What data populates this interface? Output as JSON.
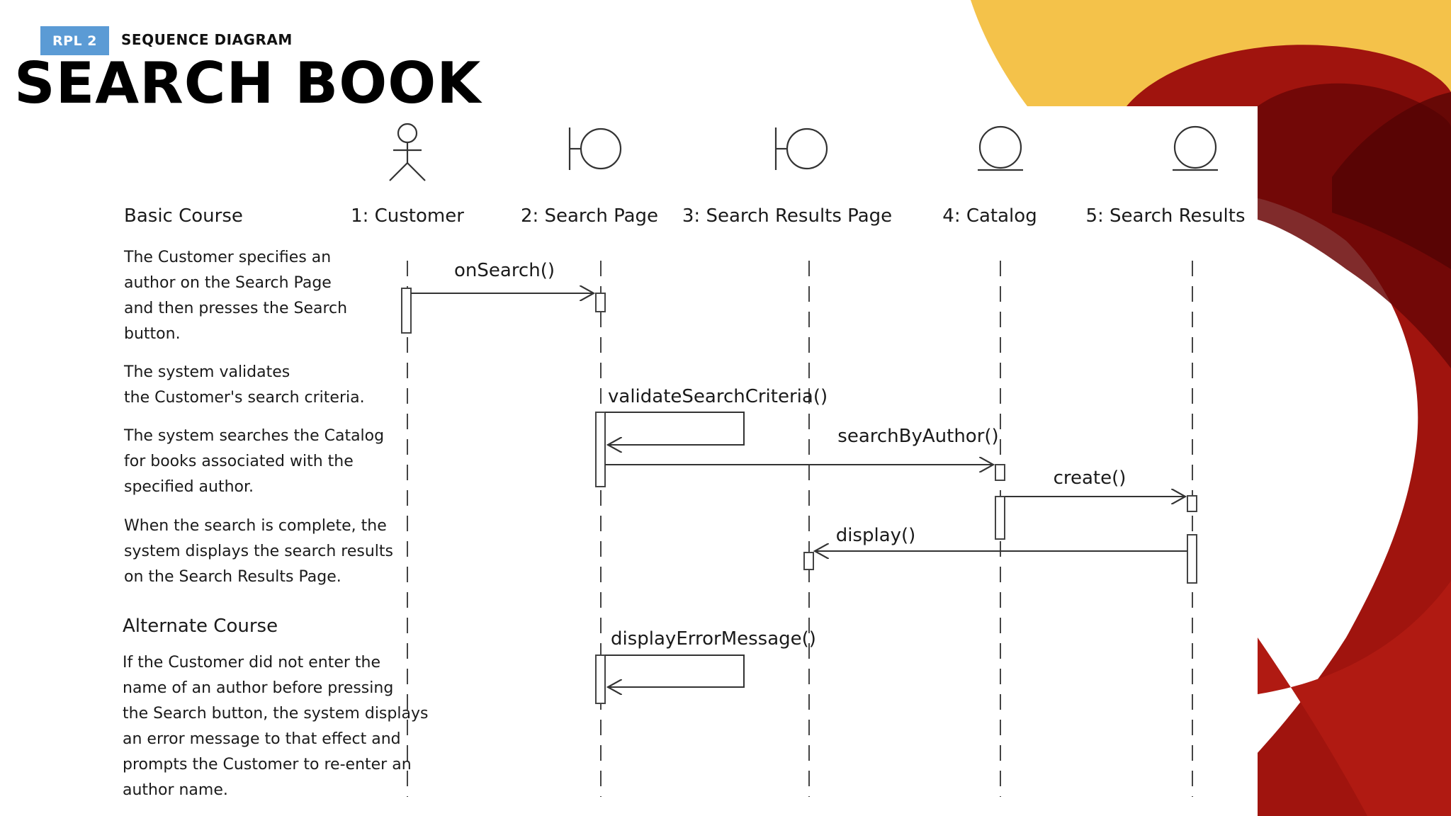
{
  "header": {
    "badge": "RPL 2",
    "subtitle": "SEQUENCE DIAGRAM",
    "title": "SEARCH BOOK"
  },
  "diagram": {
    "basic_course_label": "Basic Course",
    "alternate_course_label": "Alternate Course",
    "lifelines": [
      {
        "label": "1: Customer",
        "kind": "actor"
      },
      {
        "label": "2: Search Page",
        "kind": "boundary"
      },
      {
        "label": "3: Search Results Page",
        "kind": "boundary"
      },
      {
        "label": "4: Catalog",
        "kind": "entity"
      },
      {
        "label": "5: Search Results",
        "kind": "entity"
      }
    ],
    "steps": [
      [
        "The Customer specifies an",
        "author on the Search Page",
        "and then presses the Search",
        "button."
      ],
      [
        "The system validates",
        "the Customer's search criteria."
      ],
      [
        "The system searches the Catalog",
        "for books associated with the",
        "specified author."
      ],
      [
        "When the search is complete, the",
        "system displays the search results",
        "on the  Search Results Page."
      ]
    ],
    "alternate_steps": [
      [
        "If the Customer did not enter the",
        "name of an author before pressing",
        "the Search button, the system displays",
        "an error message to that effect and",
        "prompts the Customer to re-enter an",
        "author name."
      ]
    ],
    "messages": [
      {
        "label": "onSearch()",
        "from": 1,
        "to": 2
      },
      {
        "label": "validateSearchCriteria()",
        "from": 2,
        "to": 2
      },
      {
        "label": "searchByAuthor()",
        "from": 2,
        "to": 4
      },
      {
        "label": "create()",
        "from": 4,
        "to": 5
      },
      {
        "label": "display()",
        "from": 5,
        "to": 3
      },
      {
        "label": "displayErrorMessage()",
        "from": 2,
        "to": 2
      }
    ]
  },
  "colors": {
    "badge": "#5b9bd5",
    "blob_yellow": "#f5c244",
    "blob_red": "#a3150f",
    "blob_dark": "#6d0707"
  }
}
